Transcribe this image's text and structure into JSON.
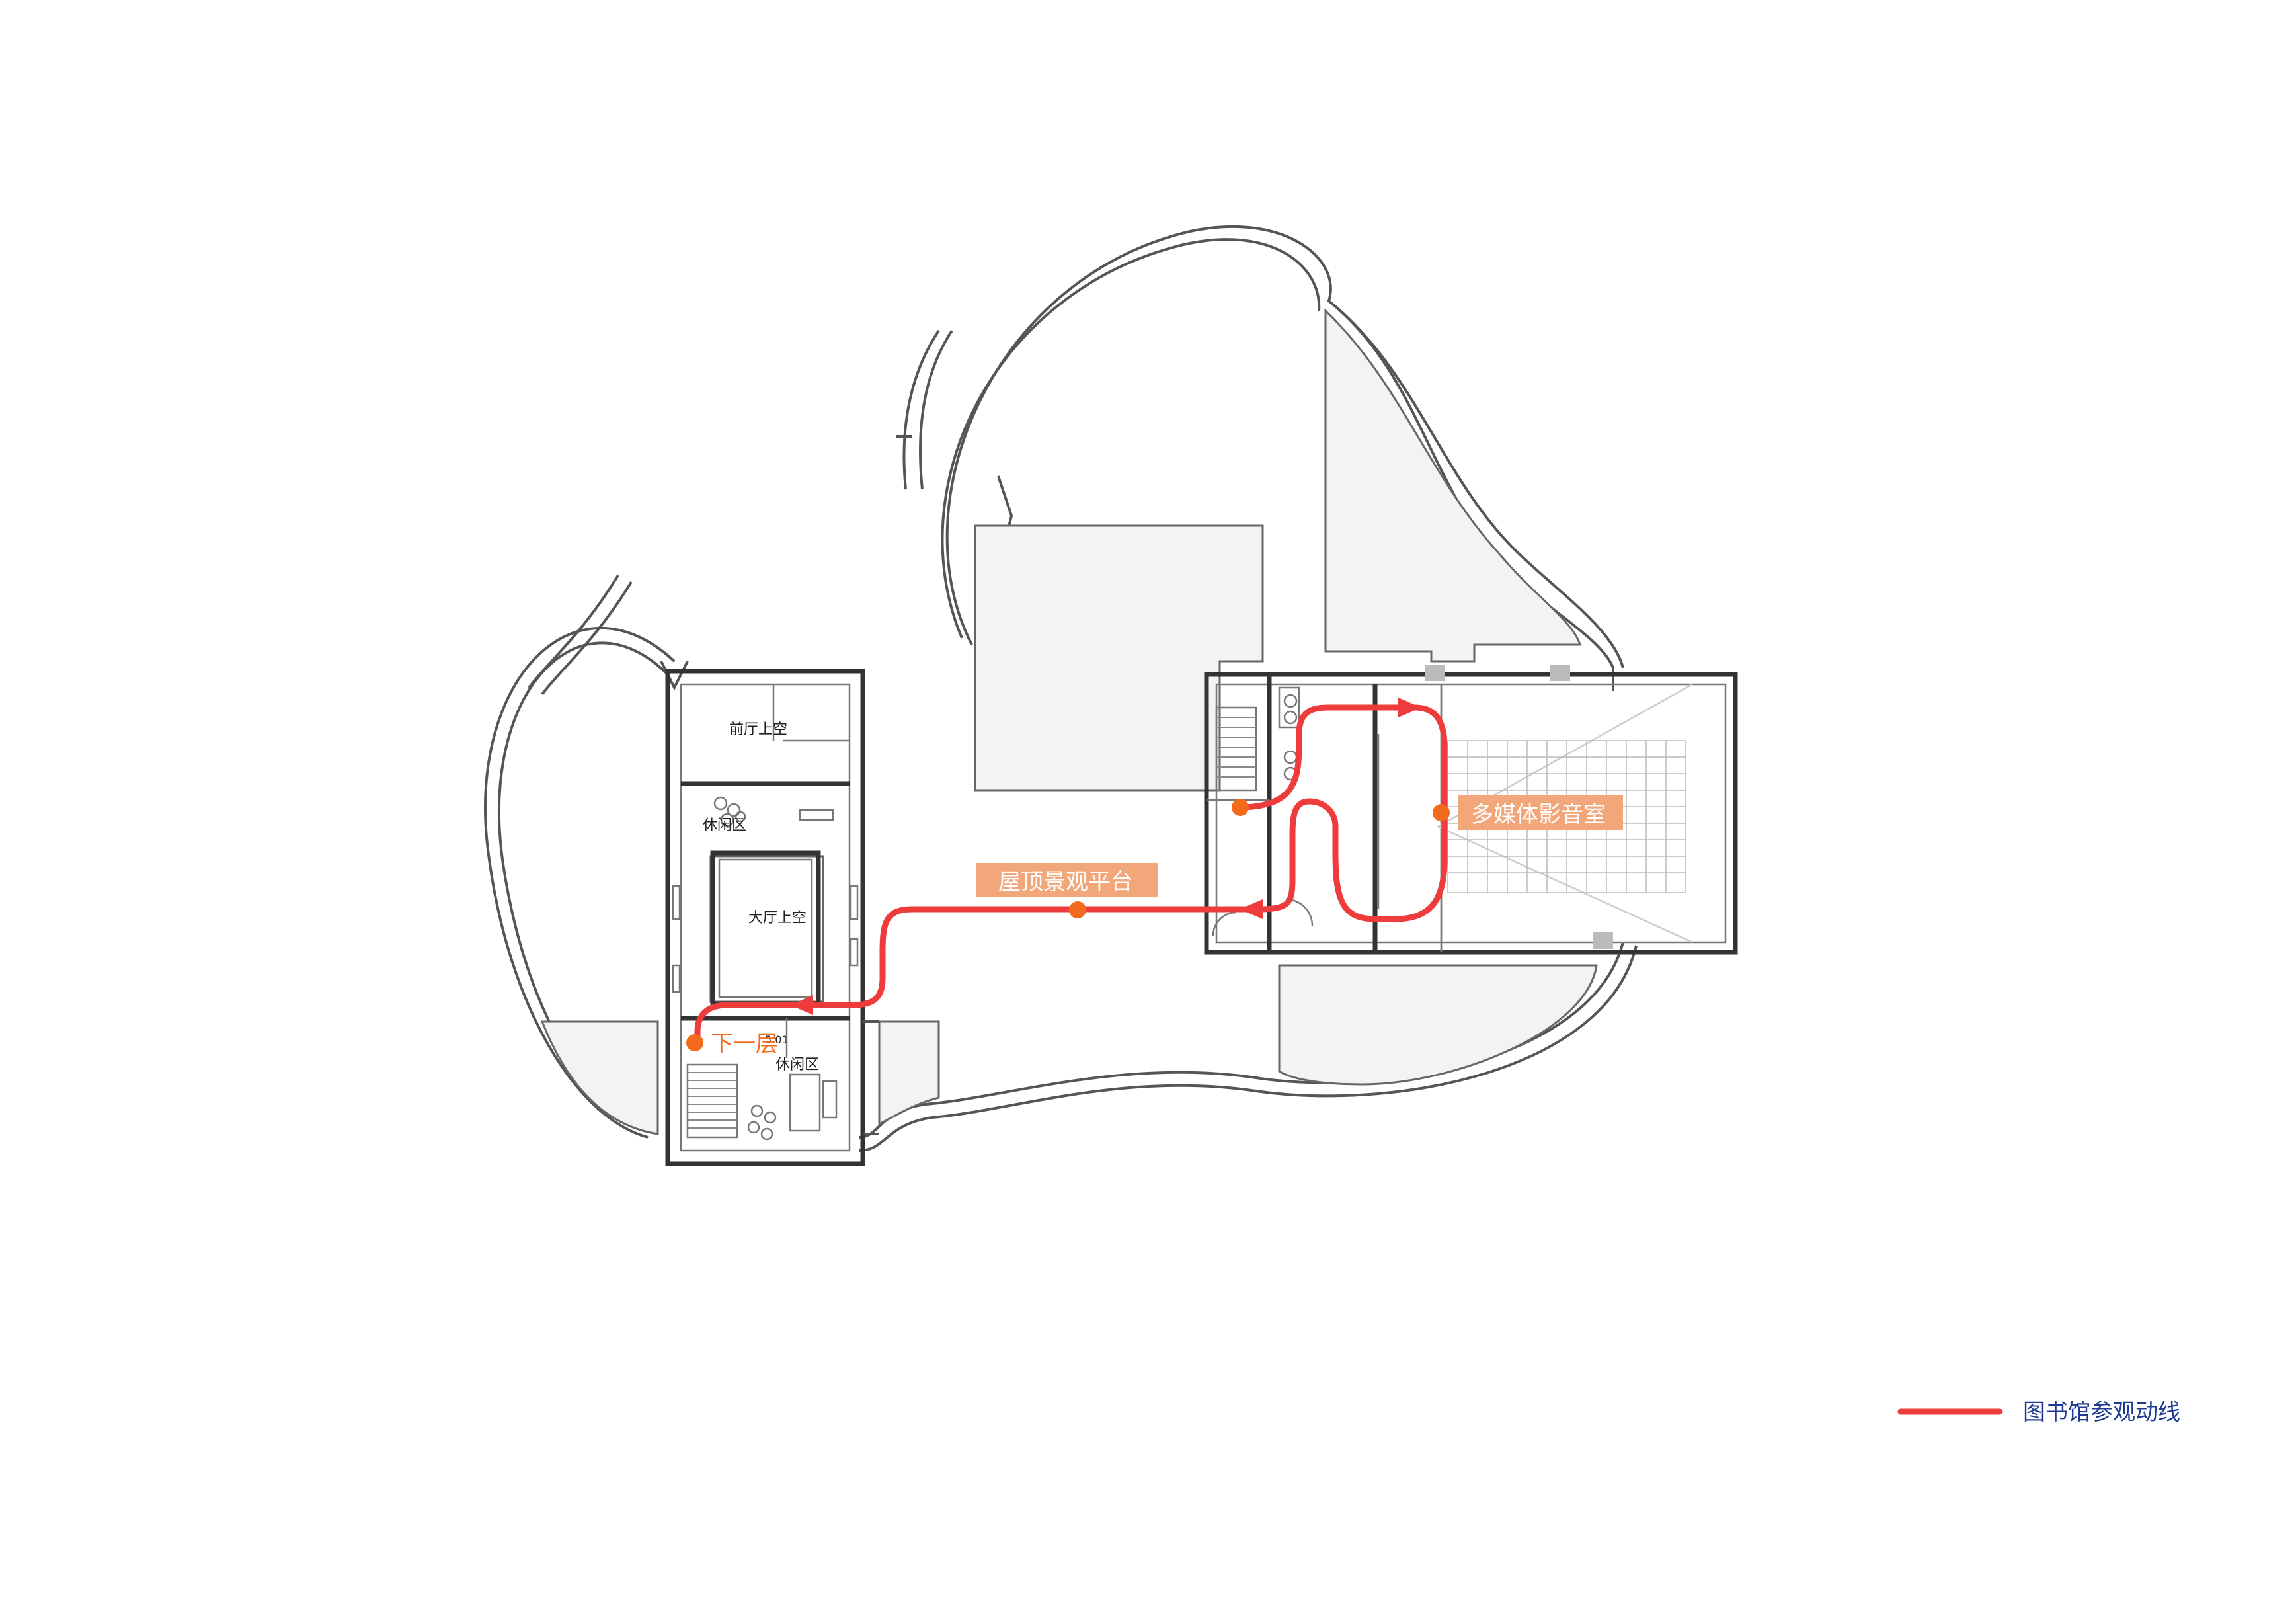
{
  "labels": {
    "rooms": {
      "foyer_void": "前厅上空",
      "lounge_upper": "休闲区",
      "hall_void": "大厅上空",
      "lounge_lower": "休闲区",
      "small_tag": "5.01"
    },
    "zones": {
      "roof_terrace": "屋顶景观平台",
      "multimedia_room": "多媒体影音室"
    },
    "down_level": "下一层"
  },
  "legend": {
    "label": "图书馆参观动线",
    "color": "#ee3b3b"
  },
  "colors": {
    "route": "#ee3b3b",
    "nodes": "#f26a1b",
    "zone_tag": "#f2a77a",
    "void_fill": "#f3f3f3",
    "legend_text": "#1f3a93"
  }
}
